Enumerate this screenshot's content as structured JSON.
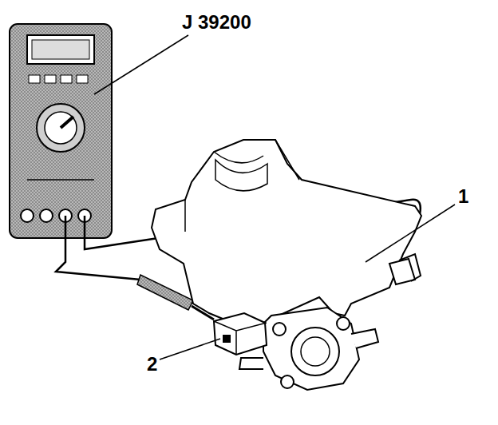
{
  "diagram": {
    "labels": [
      "J 39200",
      "1",
      "2"
    ]
  }
}
